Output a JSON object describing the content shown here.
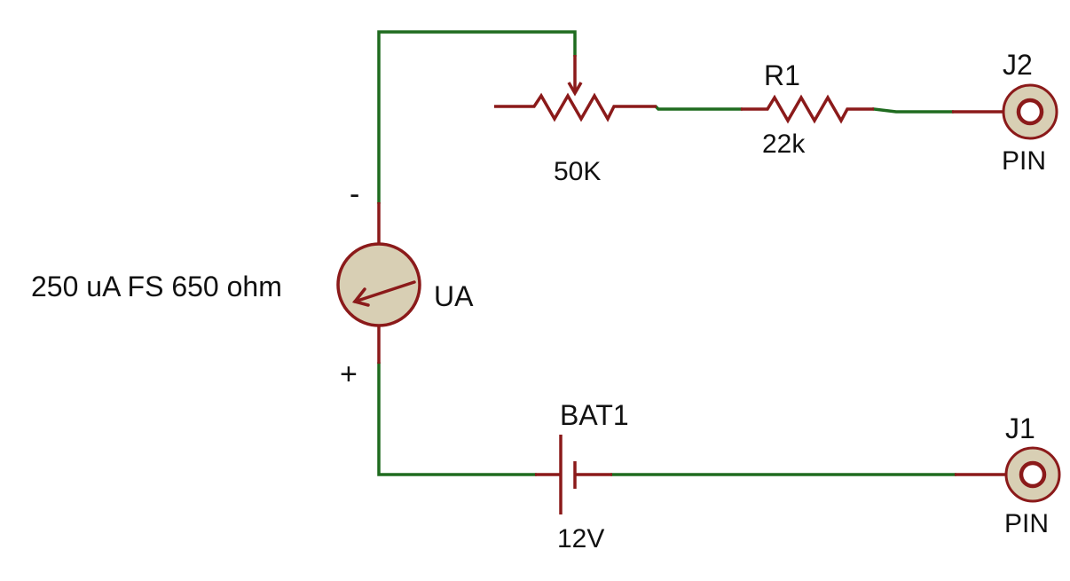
{
  "colors": {
    "wire": "#1f6b1f",
    "component": "#8b1a1a",
    "terminal_fill": "#d8cfb4",
    "meter_fill": "#d8cfb4",
    "text": "#111111",
    "background": "#ffffff"
  },
  "meter": {
    "name": "UA",
    "rating": "250 uA FS 650 ohm",
    "minus_sign": "-",
    "plus_sign": "+",
    "icon": "ammeter-icon"
  },
  "potentiometer": {
    "value": "50K",
    "icon": "potentiometer-icon"
  },
  "resistor": {
    "name": "R1",
    "value": "22k",
    "icon": "resistor-icon"
  },
  "battery": {
    "name": "BAT1",
    "value": "12V",
    "icon": "battery-icon"
  },
  "connectors": [
    {
      "name": "J2",
      "type": "PIN",
      "icon": "pin-terminal-icon"
    },
    {
      "name": "J1",
      "type": "PIN",
      "icon": "pin-terminal-icon"
    }
  ]
}
